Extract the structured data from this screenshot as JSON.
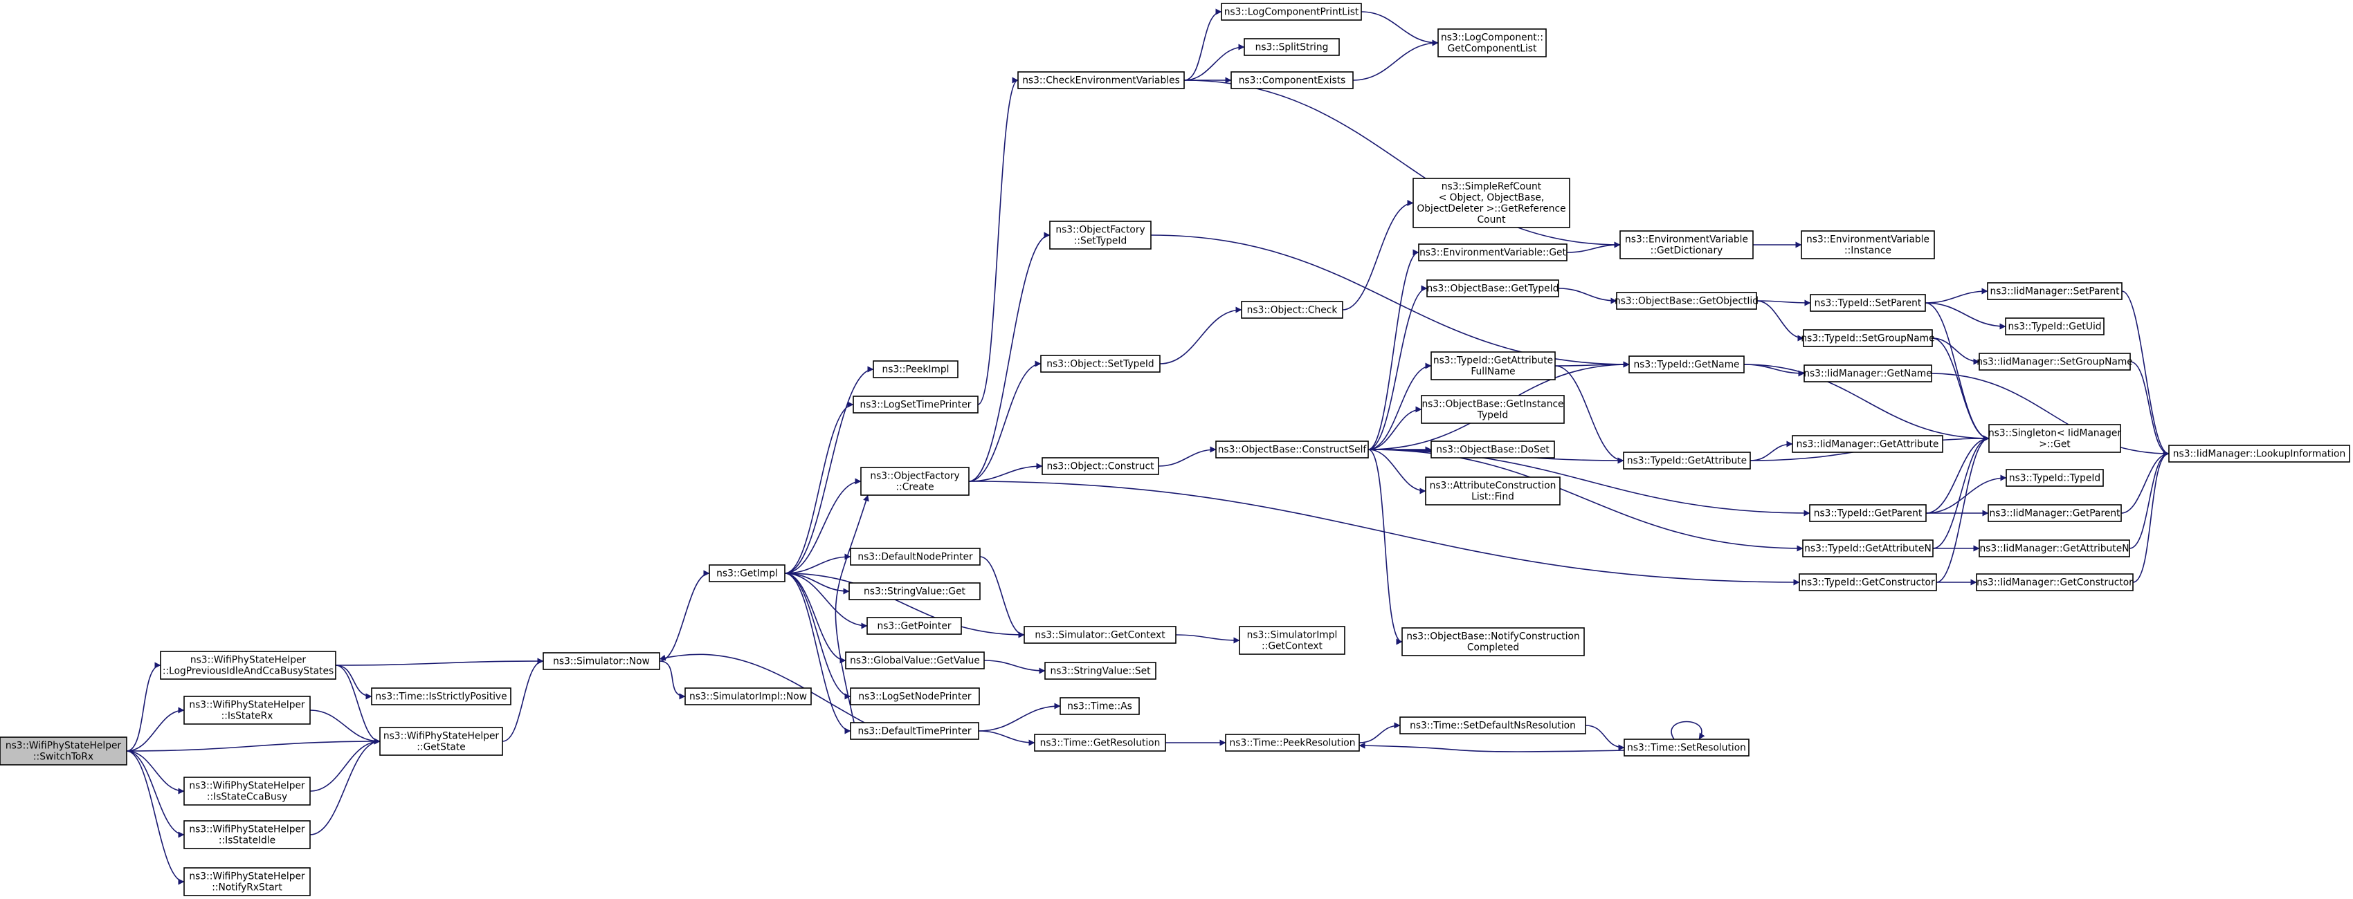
{
  "colors": {
    "edge": "#191970",
    "root_fill": "#bfbfbf",
    "node_fill": "#ffffff",
    "node_border": "#000000"
  },
  "nodes": {
    "switchToRx": [
      "ns3::WifiPhyStateHelper",
      "::SwitchToRx"
    ],
    "logPrev": [
      "ns3::WifiPhyStateHelper",
      "::LogPreviousIdleAndCcaBusyStates"
    ],
    "isStateRx": [
      "ns3::WifiPhyStateHelper",
      "::IsStateRx"
    ],
    "getState": [
      "ns3::WifiPhyStateHelper",
      "::GetState"
    ],
    "isStateCcaBusy": [
      "ns3::WifiPhyStateHelper",
      "::IsStateCcaBusy"
    ],
    "isStateIdle": [
      "ns3::WifiPhyStateHelper",
      "::IsStateIdle"
    ],
    "notifyRxStart": [
      "ns3::WifiPhyStateHelper",
      "::NotifyRxStart"
    ],
    "simNow": [
      "ns3::Simulator::Now"
    ],
    "timeIsStrictlyPositive": [
      "ns3::Time::IsStrictlyPositive"
    ],
    "simImplNow": [
      "ns3::SimulatorImpl::Now"
    ],
    "getImpl": [
      "ns3::GetImpl"
    ],
    "peekImpl": [
      "ns3::PeekImpl"
    ],
    "logSetTimePrinter": [
      "ns3::LogSetTimePrinter"
    ],
    "objFactoryCreate": [
      "ns3::ObjectFactory",
      "::Create"
    ],
    "defaultNodePrinter": [
      "ns3::DefaultNodePrinter"
    ],
    "stringValueGet": [
      "ns3::StringValue::Get"
    ],
    "getPointer": [
      "ns3::GetPointer"
    ],
    "globalValueGetValue": [
      "ns3::GlobalValue::GetValue"
    ],
    "logSetNodePrinter": [
      "ns3::LogSetNodePrinter"
    ],
    "defaultTimePrinter": [
      "ns3::DefaultTimePrinter"
    ],
    "checkEnvVars": [
      "ns3::CheckEnvironmentVariables"
    ],
    "objFactorySetTypeId": [
      "ns3::ObjectFactory",
      "::SetTypeId"
    ],
    "objectSetTypeId": [
      "ns3::Object::SetTypeId"
    ],
    "objectConstruct": [
      "ns3::Object::Construct"
    ],
    "simGetContext": [
      "ns3::Simulator::GetContext"
    ],
    "stringValueSet": [
      "ns3::StringValue::Set"
    ],
    "timeAs": [
      "ns3::Time::As"
    ],
    "timeGetResolution": [
      "ns3::Time::GetResolution"
    ],
    "logComponentPrintList": [
      "ns3::LogComponentPrintList"
    ],
    "splitString": [
      "ns3::SplitString"
    ],
    "componentExists": [
      "ns3::ComponentExists"
    ],
    "logComponentGetList": [
      "ns3::LogComponent::",
      "GetComponentList"
    ],
    "objectCheck": [
      "ns3::Object::Check"
    ],
    "objBaseConstructSelf": [
      "ns3::ObjectBase::ConstructSelf"
    ],
    "simImplGetContext": [
      "ns3::SimulatorImpl",
      "::GetContext"
    ],
    "timePeekResolution": [
      "ns3::Time::PeekResolution"
    ],
    "simpleRefCount": [
      "ns3::SimpleRefCount",
      "< Object, ObjectBase,",
      " ObjectDeleter >::GetReference",
      "Count"
    ],
    "envVarGet": [
      "ns3::EnvironmentVariable::Get"
    ],
    "objBaseGetTypeId": [
      "ns3::ObjectBase::GetTypeId"
    ],
    "typeIdGetAttrFullName": [
      "ns3::TypeId::GetAttribute",
      "FullName"
    ],
    "objBaseGetInstanceTypeId": [
      "ns3::ObjectBase::GetInstance",
      "TypeId"
    ],
    "objBaseDoSet": [
      "ns3::ObjectBase::DoSet"
    ],
    "attrConstructionListFind": [
      "ns3::AttributeConstruction",
      "List::Find"
    ],
    "objBaseNotifyConstructionCompleted": [
      "ns3::ObjectBase::NotifyConstruction",
      "Completed"
    ],
    "timeSetDefaultNsResolution": [
      "ns3::Time::SetDefaultNsResolution"
    ],
    "envVarGetDictionary": [
      "ns3::EnvironmentVariable",
      "::GetDictionary"
    ],
    "objBaseGetObjectIid": [
      "ns3::ObjectBase::GetObjectIid"
    ],
    "typeIdGetName": [
      "ns3::TypeId::GetName"
    ],
    "typeIdGetAttribute": [
      "ns3::TypeId::GetAttribute"
    ],
    "timeSetResolution": [
      "ns3::Time::SetResolution"
    ],
    "envVarInstance": [
      "ns3::EnvironmentVariable",
      "::Instance"
    ],
    "typeIdSetParent": [
      "ns3::TypeId::SetParent"
    ],
    "typeIdSetGroupName": [
      "ns3::TypeId::SetGroupName"
    ],
    "iidManagerGetName": [
      "ns3::IidManager::GetName"
    ],
    "iidManagerGetAttribute": [
      "ns3::IidManager::GetAttribute"
    ],
    "typeIdGetParent": [
      "ns3::TypeId::GetParent"
    ],
    "typeIdGetAttributeN": [
      "ns3::TypeId::GetAttributeN"
    ],
    "typeIdGetConstructor": [
      "ns3::TypeId::GetConstructor"
    ],
    "iidManagerSetParent": [
      "ns3::IidManager::SetParent"
    ],
    "typeIdGetUid": [
      "ns3::TypeId::GetUid"
    ],
    "iidManagerSetGroupName": [
      "ns3::IidManager::SetGroupName"
    ],
    "singletonGet": [
      "ns3::Singleton< IidManager",
      " >::Get"
    ],
    "typeIdTypeId": [
      "ns3::TypeId::TypeId"
    ],
    "iidManagerGetParent": [
      "ns3::IidManager::GetParent"
    ],
    "iidManagerGetAttributeN": [
      "ns3::IidManager::GetAttributeN"
    ],
    "iidManagerGetConstructor": [
      "ns3::IidManager::GetConstructor"
    ],
    "iidManagerLookupInformation": [
      "ns3::IidManager::LookupInformation"
    ]
  }
}
